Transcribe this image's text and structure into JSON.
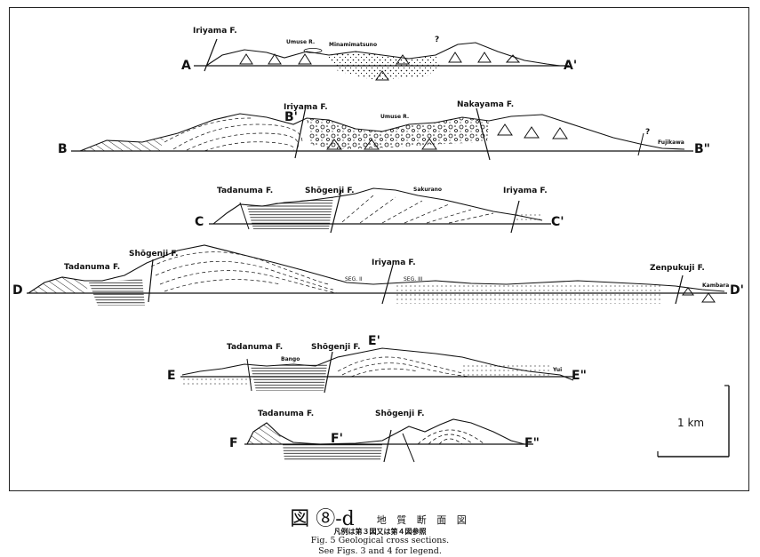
{
  "labels": {
    "a_left": "A",
    "a_right": "A'",
    "b_left": "B",
    "b_mid": "B'",
    "b_right": "B\"",
    "c_left": "C",
    "c_right": "C'",
    "d_left": "D",
    "d_right": "D'",
    "e_left": "E",
    "e_mid": "E'",
    "e_right": "E\"",
    "f_left": "F",
    "f_mid": "F'",
    "f_right": "F\""
  },
  "faults": {
    "iriyama": "Iriyama F.",
    "nakayama": "Nakayama F.",
    "tadanuma": "Tadanuma F.",
    "shogenji": "Shōgenji F.",
    "zenpukuji": "Zenpukuji F."
  },
  "places": {
    "umuse": "Umuse R.",
    "minamimatsuno": "Minamimatsuno",
    "fujikawa": "Fujikawa",
    "sakurano": "Sakurano",
    "kambara": "Kambara",
    "bango": "Bango",
    "yui": "Yui",
    "seg2": "SEG. II",
    "seg3": "SEG. III",
    "query": "?"
  },
  "scale": {
    "label": "1 km"
  },
  "caption": {
    "fig_ja": "図",
    "fig_num": "⑧-d",
    "title_ja": "地 質 断 面 図",
    "legend_ja": "凡例は第３図又は第４図参照",
    "fig_en": "Fig. 5   Geological cross sections.",
    "legend_en": "See Figs. 3 and 4 for legend."
  }
}
